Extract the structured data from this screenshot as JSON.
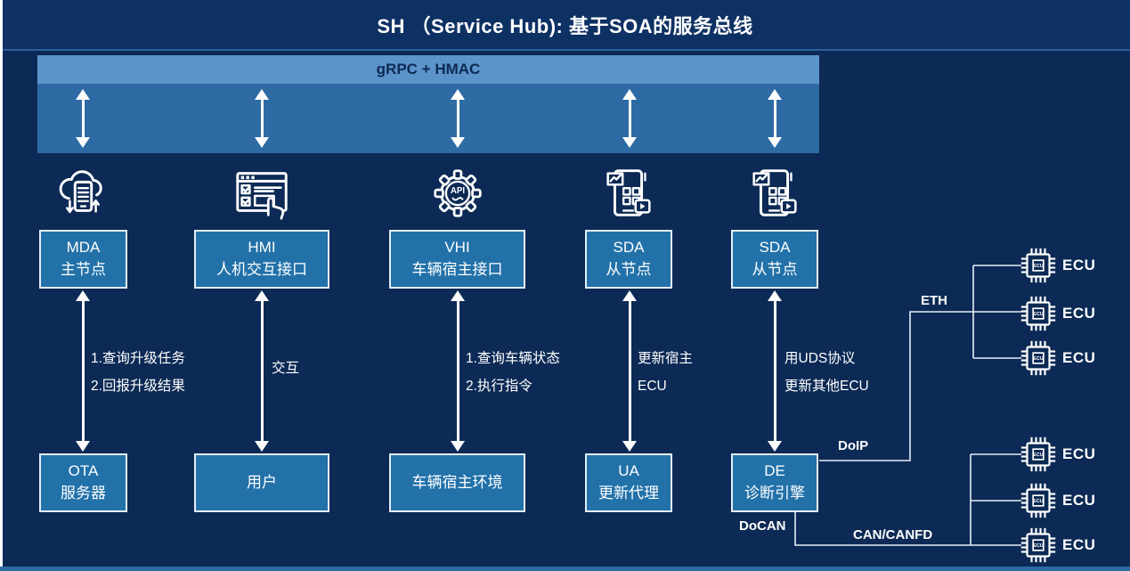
{
  "title": "SH （Service Hub): 基于SOA的服务总线",
  "bus": {
    "label": "gRPC + HMAC"
  },
  "columns": [
    {
      "icon": "cloud-ota-icon",
      "top_box": {
        "line1": "MDA",
        "line2": "主节点"
      },
      "arrow_label": {
        "line1": "1.查询升级任务",
        "line2": "2.回报升级结果"
      },
      "bottom_box": {
        "line1": "OTA",
        "line2": "服务器"
      }
    },
    {
      "icon": "hmi-touch-icon",
      "top_box": {
        "line1": "HMI",
        "line2": "人机交互接口"
      },
      "arrow_label": {
        "line1": "交互",
        "line2": ""
      },
      "bottom_box": {
        "line1": "用户",
        "line2": ""
      }
    },
    {
      "icon": "gear-api-icon",
      "top_box": {
        "line1": "VHI",
        "line2": "车辆宿主接口"
      },
      "arrow_label": {
        "line1": "1.查询车辆状态",
        "line2": "2.执行指令"
      },
      "bottom_box": {
        "line1": "车辆宿主环境",
        "line2": ""
      }
    },
    {
      "icon": "app-media-icon",
      "top_box": {
        "line1": "SDA",
        "line2": "从节点"
      },
      "arrow_label": {
        "line1": "更新宿主",
        "line2": "ECU"
      },
      "bottom_box": {
        "line1": "UA",
        "line2": "更新代理"
      }
    },
    {
      "icon": "app-media-icon",
      "top_box": {
        "line1": "SDA",
        "line2": "从节点"
      },
      "arrow_label": {
        "line1": "用UDS协议",
        "line2": "更新其他ECU"
      },
      "bottom_box": {
        "line1": "DE",
        "line2": "诊断引擎"
      }
    }
  ],
  "network": {
    "eth_label": "ETH",
    "doip_label": "DoIP",
    "docan_label": "DoCAN",
    "can_label": "CAN/CANFD",
    "ecu_label": "ECU"
  },
  "colors": {
    "background": "#0c2a55",
    "title_band": "#0e3164",
    "bus_band": "#5b94c9",
    "arrow_band": "#2e6ba4",
    "box_fill": "#2271a9",
    "box_border": "#e6eef6",
    "connector": "#e6eef6",
    "text": "#ffffff",
    "bus_text": "#0d2a55"
  }
}
